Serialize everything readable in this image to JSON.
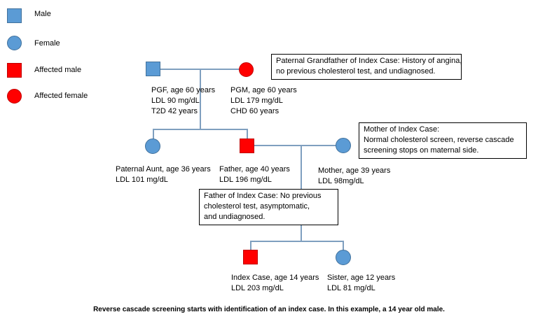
{
  "legend": {
    "male": "Male",
    "female": "Female",
    "affected_male": "Affected male",
    "affected_female": "Affected female"
  },
  "colors": {
    "unaffected": "#5b9bd5",
    "affected": "#ff0000",
    "line": "#7f9fbf"
  },
  "people": {
    "pgf": {
      "lines": [
        "PGF, age 60 years",
        "LDL 90 mg/dL",
        "T2D 42 years"
      ]
    },
    "pgm": {
      "lines": [
        "PGM, age 60 years",
        "LDL 179 mg/dL",
        "CHD 60 years"
      ]
    },
    "aunt": {
      "lines": [
        "Paternal Aunt, age 36 years",
        "LDL 101 mg/dL"
      ]
    },
    "father": {
      "lines": [
        "Father, age 40 years",
        "LDL 196 mg/dL"
      ]
    },
    "mother": {
      "lines": [
        "Mother, age 39 years",
        "LDL 98mg/dL"
      ]
    },
    "index": {
      "lines": [
        "Index Case, age 14 years",
        "LDL 203 mg/dL"
      ]
    },
    "sister": {
      "lines": [
        "Sister, age 12 years",
        "LDL 81 mg/dL"
      ]
    }
  },
  "notes": {
    "grandfather": [
      "Paternal Grandfather of Index Case: History of angina,",
      "no previous cholesterol test, and undiagnosed."
    ],
    "mother": [
      "Mother of Index Case:",
      "Normal cholesterol screen, reverse cascade",
      "screening stops on maternal side."
    ],
    "father": [
      "Father of Index Case: No previous",
      "cholesterol test, asymptomatic,",
      "and undiagnosed."
    ]
  },
  "caption": "Reverse cascade screening starts with identification of an index case.  In this example, a 14 year old male."
}
